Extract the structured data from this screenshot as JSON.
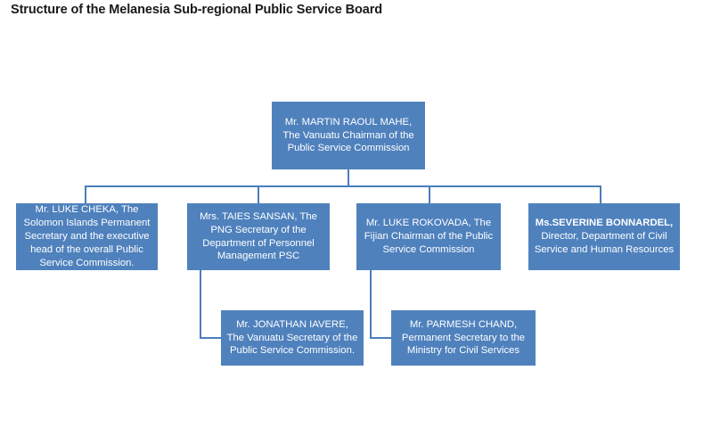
{
  "title": "Structure of the Melanesia Sub-regional Public Service Board",
  "chart": {
    "type": "org-chart",
    "levels": 3,
    "colors": {
      "node_fill": "#4F81BD",
      "node_text": "#FFFFFF",
      "connector": "#4A7EBB",
      "background": "#FFFFFF",
      "title_text": "#1A1A1A"
    },
    "nodes": {
      "chairman": {
        "id": "chairman",
        "level": 1,
        "name": "Mr. MARTIN RAOUL MAHE,",
        "role": "The Vanuatu Chairman of the Public Service Commission",
        "text": "Mr. MARTIN RAOUL MAHE, The Vanuatu Chairman of the Public Service Commission"
      },
      "member_1": {
        "id": "member_1",
        "level": 2,
        "text": "Mr. LUKE CHEKA, The Solomon Islands Permanent Secretary and the executive head of the overall Public Service Commission."
      },
      "member_2": {
        "id": "member_2",
        "level": 2,
        "text": "Mrs. TAIES SANSAN, The PNG Secretary of the Department of Personnel Management PSC"
      },
      "member_3": {
        "id": "member_3",
        "level": 2,
        "text": "Mr. LUKE ROKOVADA, The Fijian Chairman of the Public Service Commission"
      },
      "member_4": {
        "id": "member_4",
        "level": 2,
        "lead": "Ms.SEVERINE BONNARDEL,",
        "rest": "Director, Department of Civil Service and Human Resources"
      },
      "sub_1": {
        "id": "sub_1",
        "level": 3,
        "text": "Mr. JONATHAN IAVERE, The Vanuatu Secretary of the Public Service Commission."
      },
      "sub_2": {
        "id": "sub_2",
        "level": 3,
        "text": "Mr. PARMESH CHAND, Permanent Secretary to the Ministry for Civil Services"
      }
    }
  }
}
